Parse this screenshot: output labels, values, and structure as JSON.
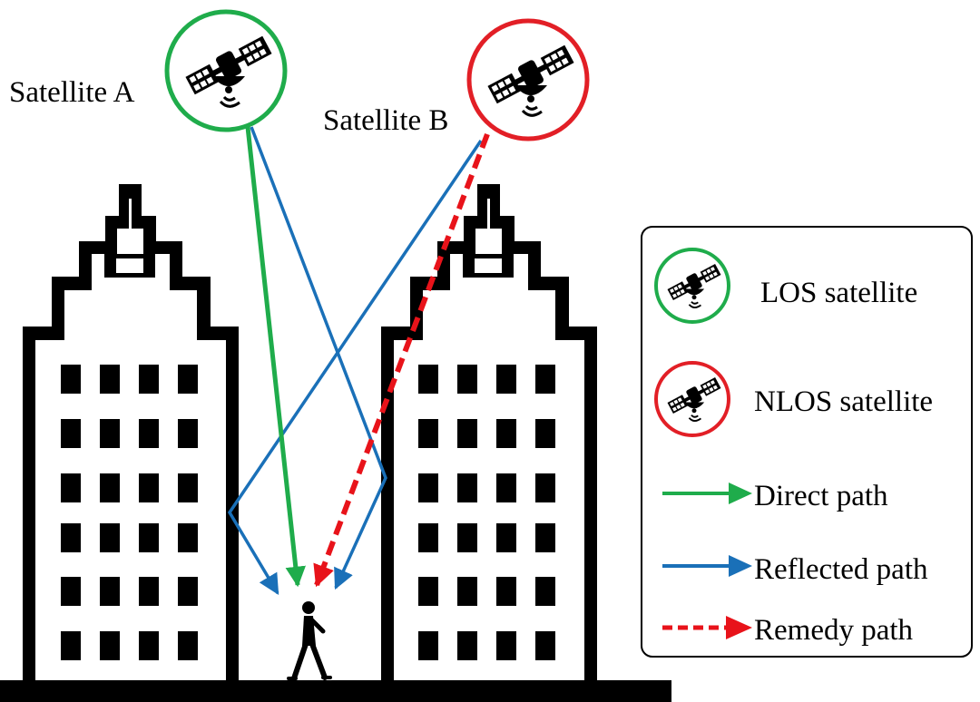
{
  "labels": {
    "satellite_a": "Satellite A",
    "satellite_b": "Satellite B"
  },
  "legend": {
    "los": "LOS satellite",
    "nlos": "NLOS satellite",
    "direct": "Direct path",
    "reflected": "Reflected path",
    "remedy": "Remedy path"
  },
  "colors": {
    "los": "#1fac4b",
    "nlos": "#e21f26",
    "direct": "#1fac4b",
    "reflected": "#1a70b8",
    "remedy": "#e8131a",
    "building": "#000000"
  },
  "icons": {
    "satellite": "satellite-icon",
    "pedestrian": "pedestrian-icon"
  }
}
